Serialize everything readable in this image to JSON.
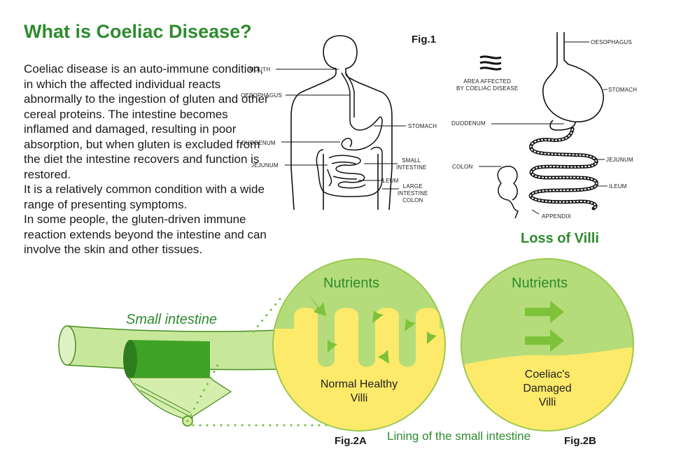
{
  "title": "What is Coeliac Disease?",
  "intro": {
    "paragraph1": "Coeliac disease is an auto-immune condition, in which the affected individual reacts abnormally to the ingestion of gluten and other cereal proteins.  The intestine becomes inflamed and damaged, resulting in poor absorption, but when gluten is excluded from the diet the intestine recovers and function is restored.",
    "paragraph2": "It is a relatively common condition with a wide range of presenting symptoms.",
    "paragraph3": "In some people, the gluten-driven immune reaction extends beyond the intestine and can involve the skin and other tissues."
  },
  "fig1": {
    "caption": "Fig.1",
    "body_labels": {
      "mouth": "MOUTH",
      "oesophagus": "OESOPHAGUS",
      "duodenum": "DUODENUM",
      "jejunum": "JEJUNUM",
      "stomach": "STOMACH",
      "small_intestine": "SMALL\nINTESTINE",
      "ileum": "ILEUM",
      "large_intestine": "LARGE\nINTESTINE\nCOLON"
    },
    "gut_labels": {
      "oesophagus": "OESOPHAGUS",
      "stomach": "STOMACH",
      "duodenum": "DUODENUM",
      "jejunum": "JEJUNUM",
      "colon": "COLON",
      "ileum": "ILEUM",
      "appendix": "APPENDIX",
      "legend": "AREA AFFECTED\nBY COELIAC DISEASE"
    }
  },
  "fig2": {
    "heading": "Loss of Villi",
    "small_intestine_label": "Small intestine",
    "lining_label": "Lining of the small intestine",
    "a": {
      "caption": "Fig.2A",
      "nutrients": "Nutrients",
      "villi": "Normal Healthy\nVilli"
    },
    "b": {
      "caption": "Fig.2B",
      "nutrients": "Nutrients",
      "villi": "Coeliac's\nDamaged\nVilli"
    }
  },
  "colors": {
    "title_green": "#2e8b2e",
    "light_green": "#b5dc7a",
    "dark_green": "#3a9a1e",
    "arrow_green": "#7ec23a",
    "yellow": "#fde96a",
    "rim_green": "#9cc84f"
  }
}
